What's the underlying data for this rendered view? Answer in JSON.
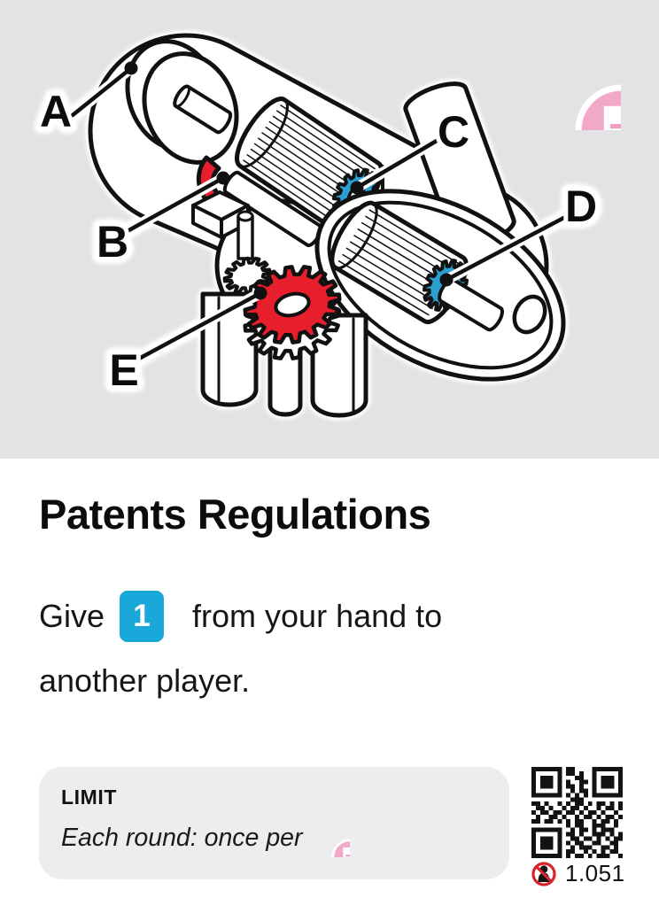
{
  "illustration": {
    "description": "isometric patent-style drawing of a gear mechanism",
    "labels": [
      {
        "letter": "A"
      },
      {
        "letter": "B"
      },
      {
        "letter": "C"
      },
      {
        "letter": "D"
      },
      {
        "letter": "E"
      }
    ],
    "badge_icon": "document-icon"
  },
  "title": "Patents Regulations",
  "body": {
    "prefix": "Give",
    "tile": "1",
    "suffix": " from your hand to",
    "line2": "another player."
  },
  "limit": {
    "heading": "LIMIT",
    "text": "Each round: once per",
    "icon": "document-icon"
  },
  "footer": {
    "code": "1.051",
    "icon": "no-solo-icon",
    "qr_modules": [
      "111111101100001111111",
      "100000101101001000001",
      "101110100011001011101",
      "101110101001101011101",
      "101110101101001011101",
      "100000100101101000001",
      "111111101010101111111",
      "000000000111000000000",
      "110100101011010110101",
      "011010010110100101101",
      "101101101101011010010",
      "010011010010110101101",
      "110110101011001011010",
      "000000001011001110010",
      "111111100101101011100",
      "100000101101001110101",
      "101110100110110101011",
      "101110101011001100110",
      "101110100101110011010",
      "100000101100101010110",
      "111111101011010111001"
    ]
  },
  "colors": {
    "panel_gray": "#E2E3E5",
    "box_gray": "#ECEDEF",
    "accent_blue": "#1AA7D9",
    "gear_blue": "#2B9FD0",
    "accent_red": "#E71F2D",
    "accent_pink": "#F2A9C7",
    "prohibit_red": "#D6252B",
    "ink": "#131313"
  }
}
